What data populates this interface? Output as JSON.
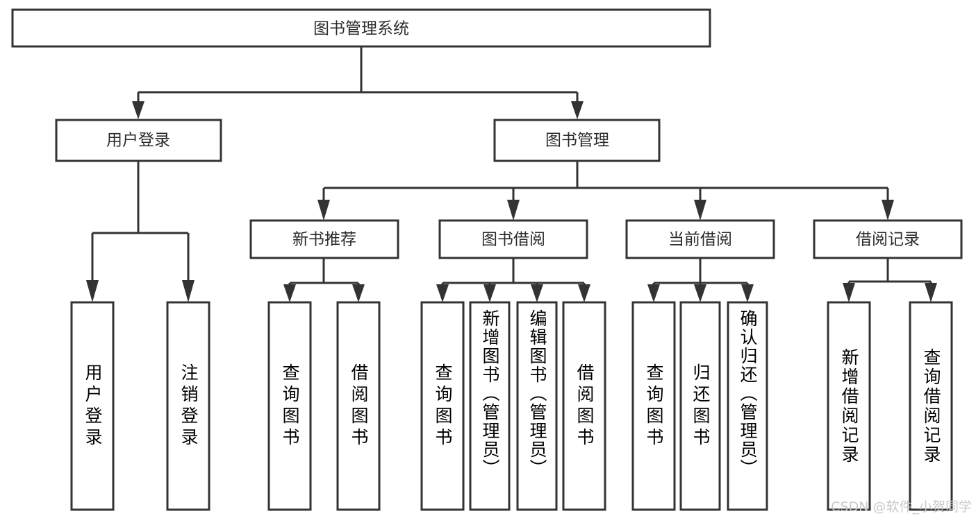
{
  "diagram": {
    "type": "tree-hierarchy",
    "title": "图书管理系统",
    "watermark": "CSDN @软件_小贺同学",
    "colors": {
      "background": "#ffffff",
      "box_fill": "#ffffff",
      "stroke": "#333333",
      "text": "#2b2b2b",
      "watermark": "#c9c9c9"
    },
    "levels": [
      {
        "level": 1,
        "nodes": [
          {
            "id": "root",
            "label": "图书管理系统",
            "orientation": "horizontal"
          }
        ]
      },
      {
        "level": 2,
        "nodes": [
          {
            "id": "user-login",
            "label": "用户登录",
            "orientation": "horizontal",
            "parent": "root"
          },
          {
            "id": "book-manage",
            "label": "图书管理",
            "orientation": "horizontal",
            "parent": "root"
          }
        ]
      },
      {
        "level": 3,
        "nodes": [
          {
            "id": "new-book-rec",
            "label": "新书推荐",
            "orientation": "horizontal",
            "parent": "book-manage"
          },
          {
            "id": "book-borrow",
            "label": "图书借阅",
            "orientation": "horizontal",
            "parent": "book-manage"
          },
          {
            "id": "current-borrow",
            "label": "当前借阅",
            "orientation": "horizontal",
            "parent": "book-manage"
          },
          {
            "id": "borrow-record",
            "label": "借阅记录",
            "orientation": "horizontal",
            "parent": "book-manage"
          }
        ]
      },
      {
        "level": 4,
        "nodes": [
          {
            "id": "leaf-user-login",
            "label": "用户登录",
            "orientation": "vertical",
            "parent": "user-login"
          },
          {
            "id": "leaf-logout",
            "label": "注销登录",
            "orientation": "vertical",
            "parent": "user-login"
          },
          {
            "id": "leaf-query-book-1",
            "label": "查询图书",
            "orientation": "vertical",
            "parent": "new-book-rec"
          },
          {
            "id": "leaf-borrow-book-1",
            "label": "借阅图书",
            "orientation": "vertical",
            "parent": "new-book-rec"
          },
          {
            "id": "leaf-query-book-2",
            "label": "查询图书",
            "orientation": "vertical",
            "parent": "book-borrow"
          },
          {
            "id": "leaf-add-book",
            "label": "新增图书（管理员）",
            "orientation": "vertical",
            "parent": "book-borrow"
          },
          {
            "id": "leaf-edit-book",
            "label": "编辑图书（管理员）",
            "orientation": "vertical",
            "parent": "book-borrow"
          },
          {
            "id": "leaf-borrow-book-2",
            "label": "借阅图书",
            "orientation": "vertical",
            "parent": "book-borrow"
          },
          {
            "id": "leaf-query-book-3",
            "label": "查询图书",
            "orientation": "vertical",
            "parent": "current-borrow"
          },
          {
            "id": "leaf-return-book",
            "label": "归还图书",
            "orientation": "vertical",
            "parent": "current-borrow"
          },
          {
            "id": "leaf-confirm-return",
            "label": "确认归还（管理员）",
            "orientation": "vertical",
            "parent": "current-borrow"
          },
          {
            "id": "leaf-add-record",
            "label": "新增借阅记录",
            "orientation": "vertical",
            "parent": "borrow-record"
          },
          {
            "id": "leaf-query-record",
            "label": "查询借阅记录",
            "orientation": "vertical",
            "parent": "borrow-record"
          }
        ]
      }
    ],
    "labels": {
      "root": "图书管理系统",
      "user_login": "用户登录",
      "book_manage": "图书管理",
      "new_book_rec": "新书推荐",
      "book_borrow": "图书借阅",
      "current_borrow": "当前借阅",
      "borrow_record": "借阅记录",
      "leaf_user_login": "用户登录",
      "leaf_logout": "注销登录",
      "leaf_query_book_1": "查询图书",
      "leaf_borrow_book_1": "借阅图书",
      "leaf_query_book_2": "查询图书",
      "leaf_add_book": "新增图书（管理员）",
      "leaf_edit_book": "编辑图书（管理员）",
      "leaf_borrow_book_2": "借阅图书",
      "leaf_query_book_3": "查询图书",
      "leaf_return_book": "归还图书",
      "leaf_confirm_return": "确认归还（管理员）",
      "leaf_add_record": "新增借阅记录",
      "leaf_query_record": "查询借阅记录"
    }
  }
}
